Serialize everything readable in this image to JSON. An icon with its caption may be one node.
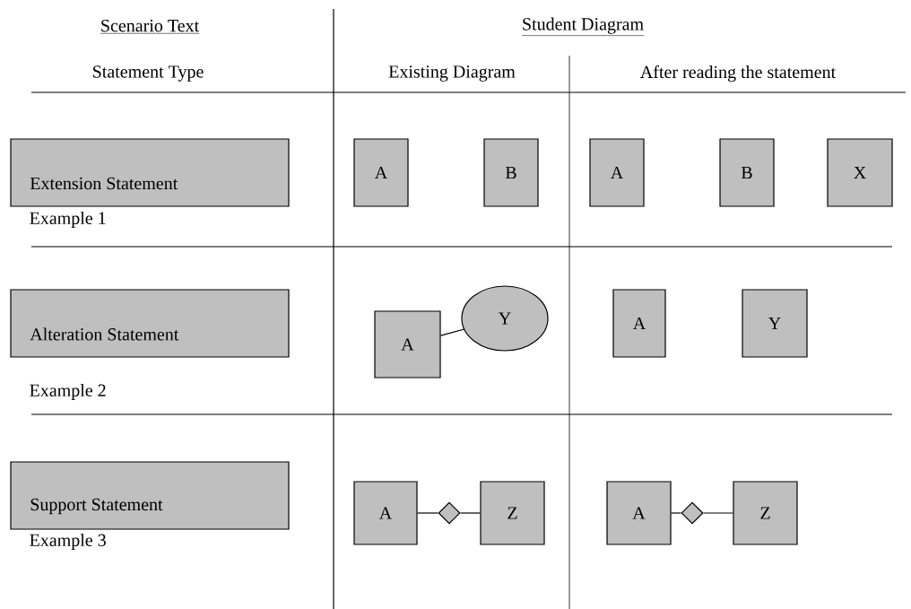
{
  "diagram": {
    "nodes": [
      {
        "text": [
          "Extension Statement"
        ],
        "beside": [
          "Example 1"
        ]
      },
      {
        "text": [
          "A"
        ]
      },
      {
        "text": [
          "B"
        ]
      },
      {
        "text": [
          "A"
        ]
      },
      {
        "text": [
          "B"
        ]
      },
      {
        "text": [
          "X"
        ]
      },
      {
        "text": [
          "Alteration Statement"
        ],
        "beside": [
          "Example 2"
        ]
      },
      {
        "text": [
          "A"
        ]
      },
      {
        "text": [
          "Y"
        ]
      },
      {
        "text": [
          "A"
        ]
      },
      {
        "text": [
          "Y"
        ]
      },
      {
        "text": [
          "Support Statement"
        ],
        "beside": [
          "Example 3"
        ]
      },
      {
        "text": [
          "A"
        ]
      },
      {
        "text": [],
        "shape": "diamond"
      },
      {
        "text": [
          "Z"
        ]
      },
      {
        "text": [
          "A"
        ]
      },
      {
        "text": [],
        "shape": "diamond"
      },
      {
        "text": [
          "Z"
        ]
      }
    ],
    "edges": [
      {
        "from": 7,
        "to": 8,
        "arrow": "none"
      },
      {
        "from": 12,
        "to": 13,
        "arrow": "none"
      },
      {
        "from": 13,
        "to": 14,
        "arrow": "none"
      },
      {
        "from": 15,
        "to": 16,
        "arrow": "none"
      },
      {
        "from": 16,
        "to": 17,
        "arrow": "none"
      }
    ],
    "labels": [
      "Scenario Text",
      "Student Diagram",
      "Statement Type",
      "Existing Diagram",
      "After reading the statement"
    ]
  }
}
